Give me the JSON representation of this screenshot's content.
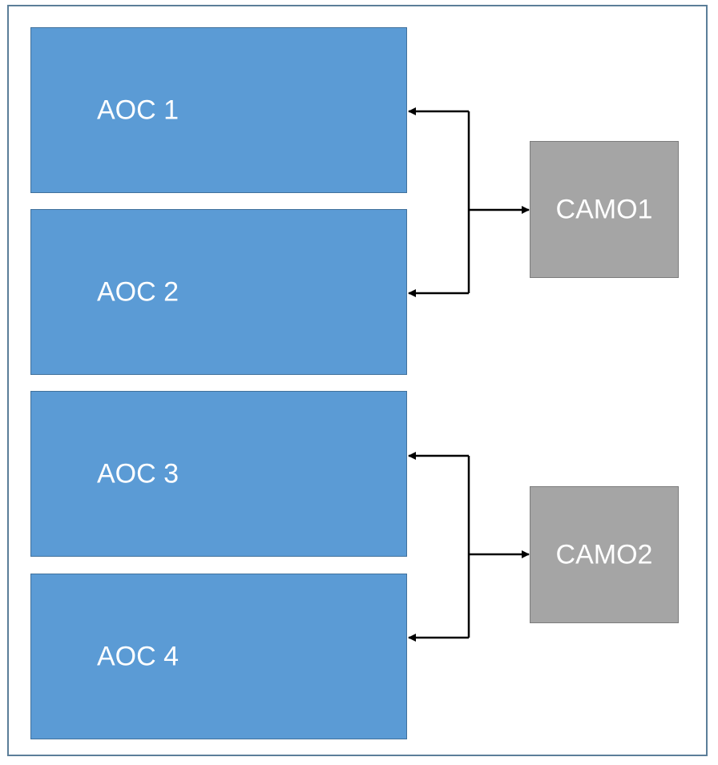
{
  "diagram": {
    "aoc_boxes": [
      {
        "label": "AOC 1"
      },
      {
        "label": "AOC 2"
      },
      {
        "label": "AOC 3"
      },
      {
        "label": "AOC 4"
      }
    ],
    "camo_boxes": [
      {
        "label": "CAMO1"
      },
      {
        "label": "CAMO2"
      }
    ],
    "connections": [
      {
        "from": "CAMO1",
        "to": [
          "AOC 1",
          "AOC 2"
        ]
      },
      {
        "from": "CAMO2",
        "to": [
          "AOC 3",
          "AOC 4"
        ]
      }
    ],
    "colors": {
      "aoc_fill": "#5b9bd5",
      "camo_fill": "#a5a5a5",
      "connector": "#000000",
      "frame": "#5b7e99"
    }
  }
}
